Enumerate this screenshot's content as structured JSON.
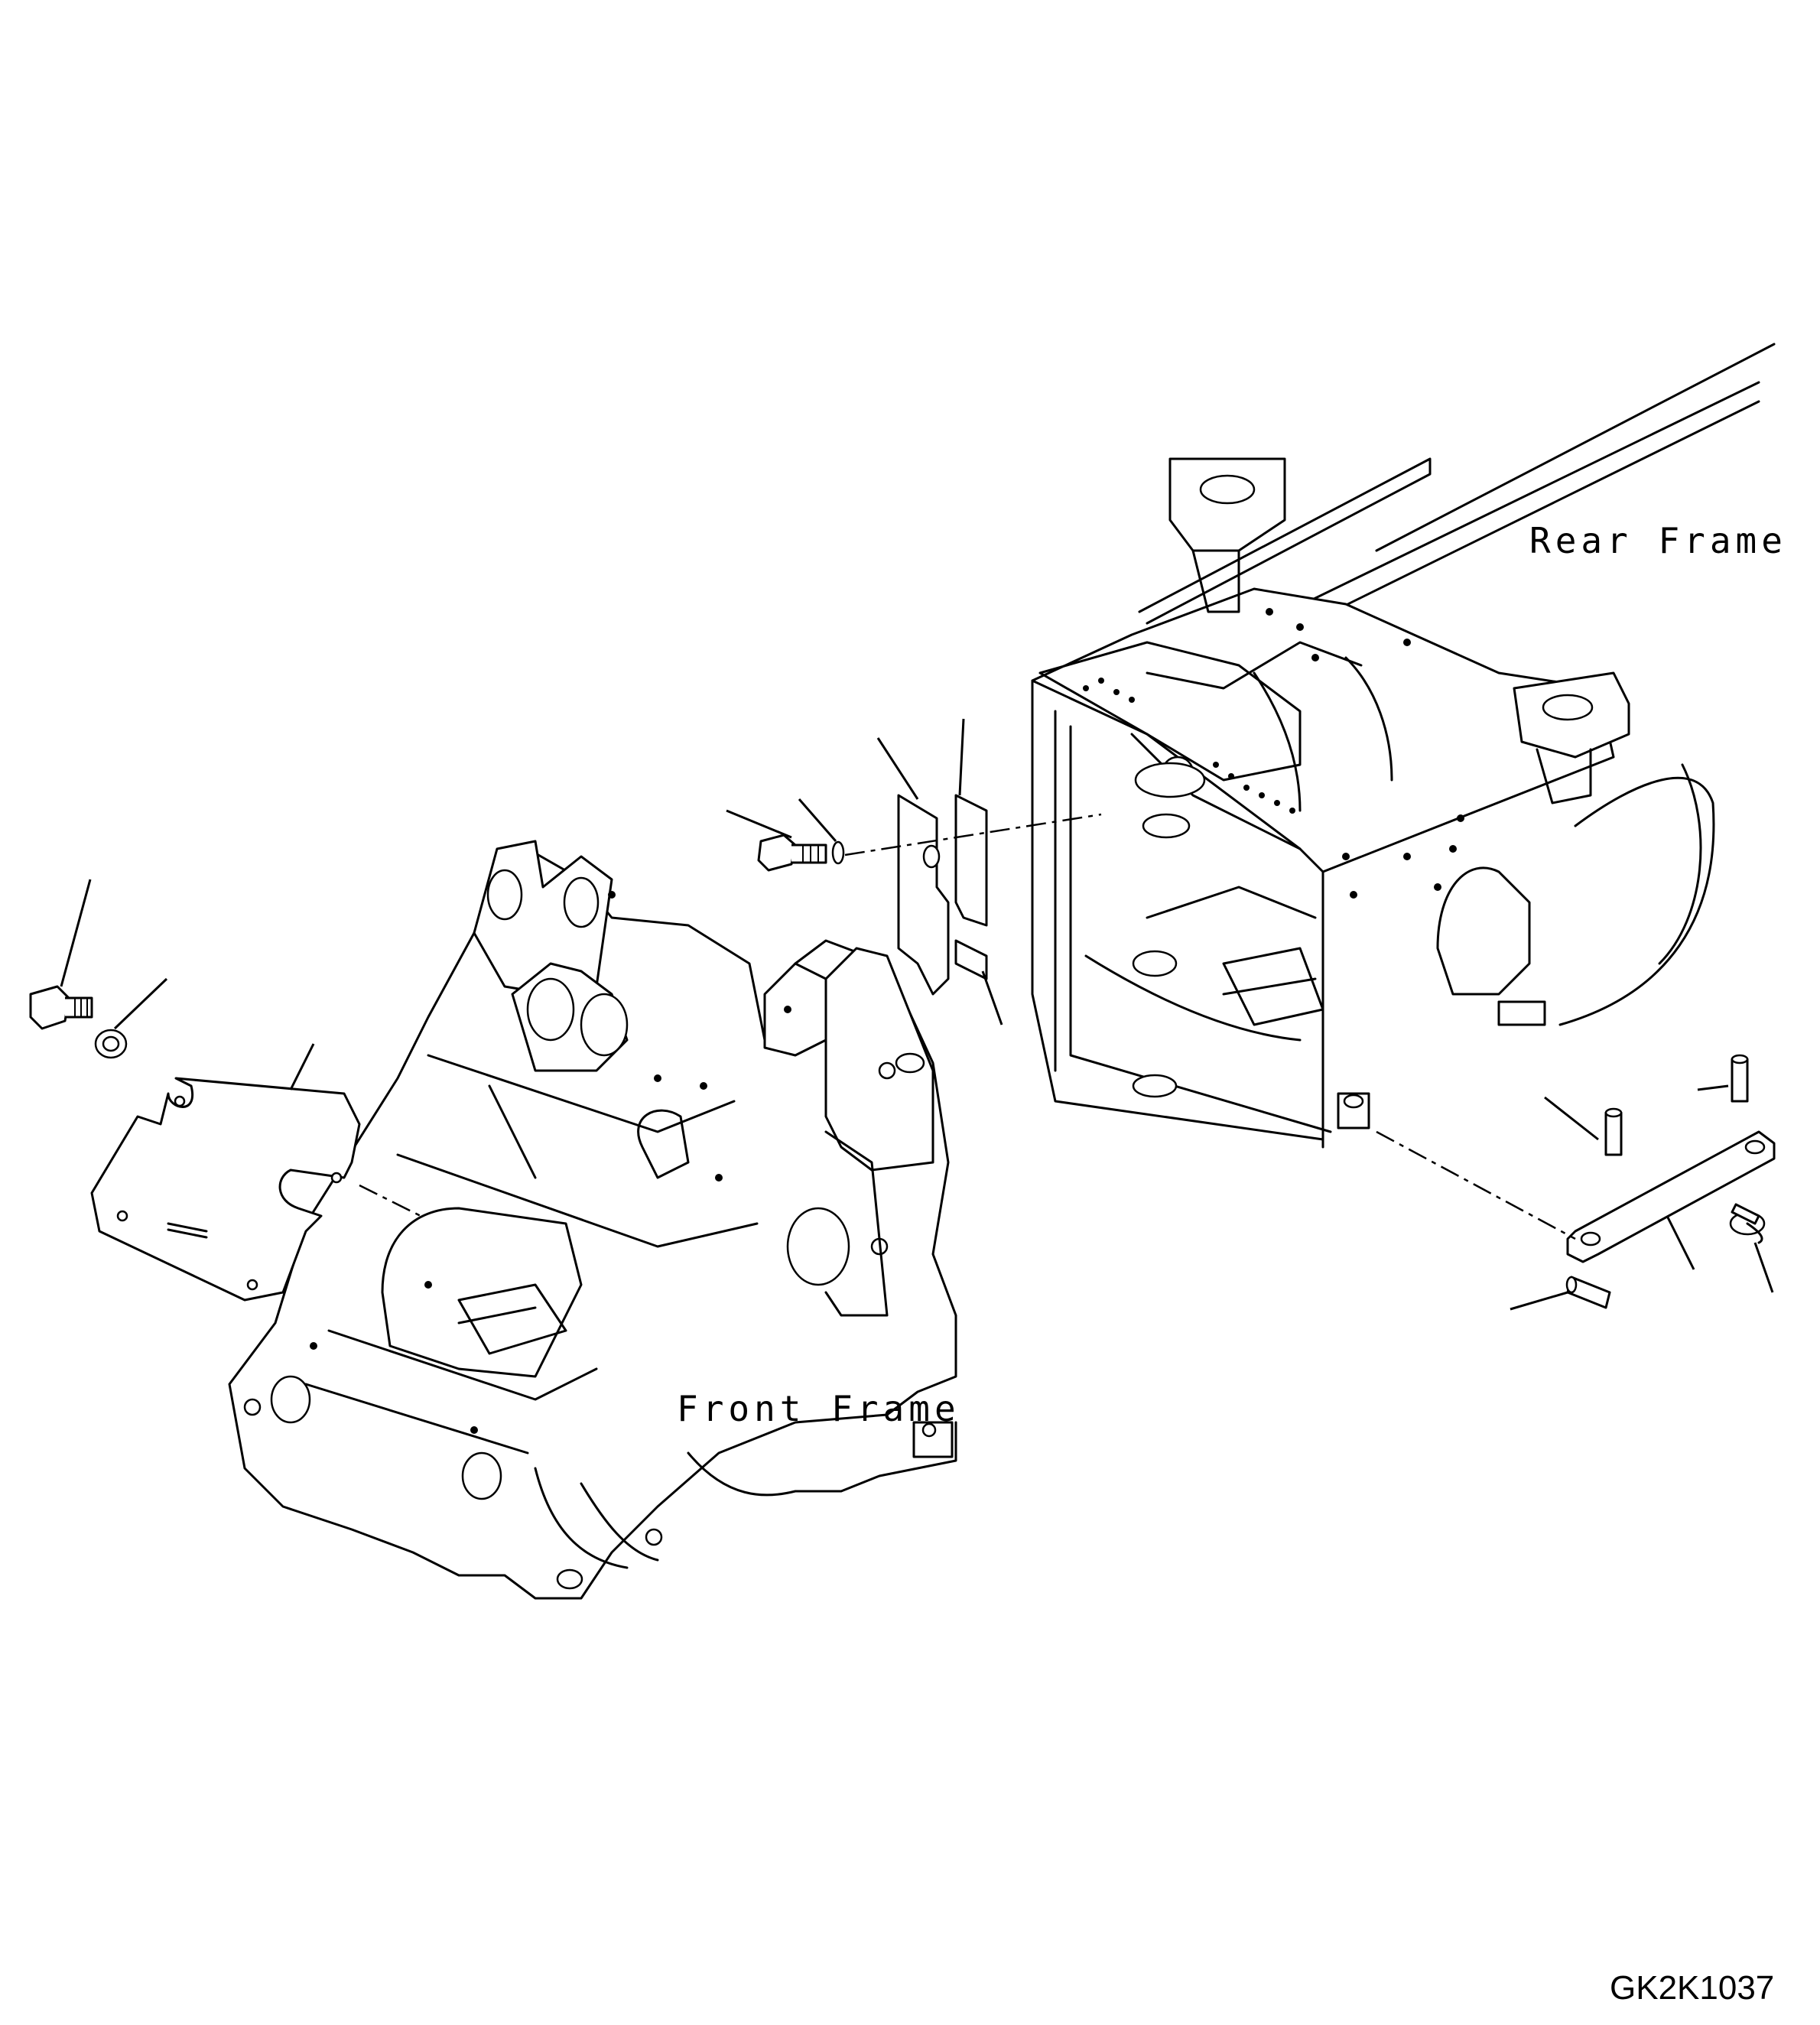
{
  "labels": {
    "rear_frame": "Rear Frame",
    "front_frame": "Front Frame"
  },
  "figure_code": "GK2K1037"
}
